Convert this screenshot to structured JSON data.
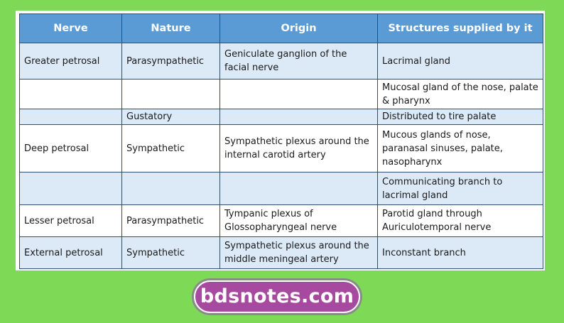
{
  "table": {
    "headers": [
      "Nerve",
      "Nature",
      "Origin",
      "Structures supplied by it"
    ],
    "rows": [
      {
        "nerve": "Greater petrosal",
        "nature": "Parasympathetic",
        "origin": "Geniculate ganglion of the facial nerve",
        "structures": "Lacrimal gland"
      },
      {
        "nerve": "",
        "nature": "",
        "origin": "",
        "structures": "Mucosal gland of the nose, palate & pharynx"
      },
      {
        "nerve": "",
        "nature": "Gustatory",
        "origin": "",
        "structures": "Distributed to tire palate"
      },
      {
        "nerve": "Deep petrosal",
        "nature": "Sympathetic",
        "origin": "Sympathetic plexus around the internal carotid artery",
        "structures": "Mucous glands of nose, paranasal sinuses, palate, nasopharynx"
      },
      {
        "nerve": "",
        "nature": "",
        "origin": "",
        "structures": "Communicating branch to lacrimal gland"
      },
      {
        "nerve": "Lesser petrosal",
        "nature": "Parasympathetic",
        "origin": "Tympanic plexus of Glossopharyngeal nerve",
        "structures": "Parotid gland through Auriculotemporal nerve"
      },
      {
        "nerve": "External petrosal",
        "nature": "Sympathetic",
        "origin": "Sympathetic plexus around the middle meningeal artery",
        "structures": "Inconstant branch"
      }
    ]
  },
  "watermark": {
    "text": "bdsnotes.com"
  },
  "colors": {
    "background": "#7ed957",
    "header": "#5b9bd5",
    "row_shade": "#dce9f7",
    "logo": "#a6499f"
  }
}
